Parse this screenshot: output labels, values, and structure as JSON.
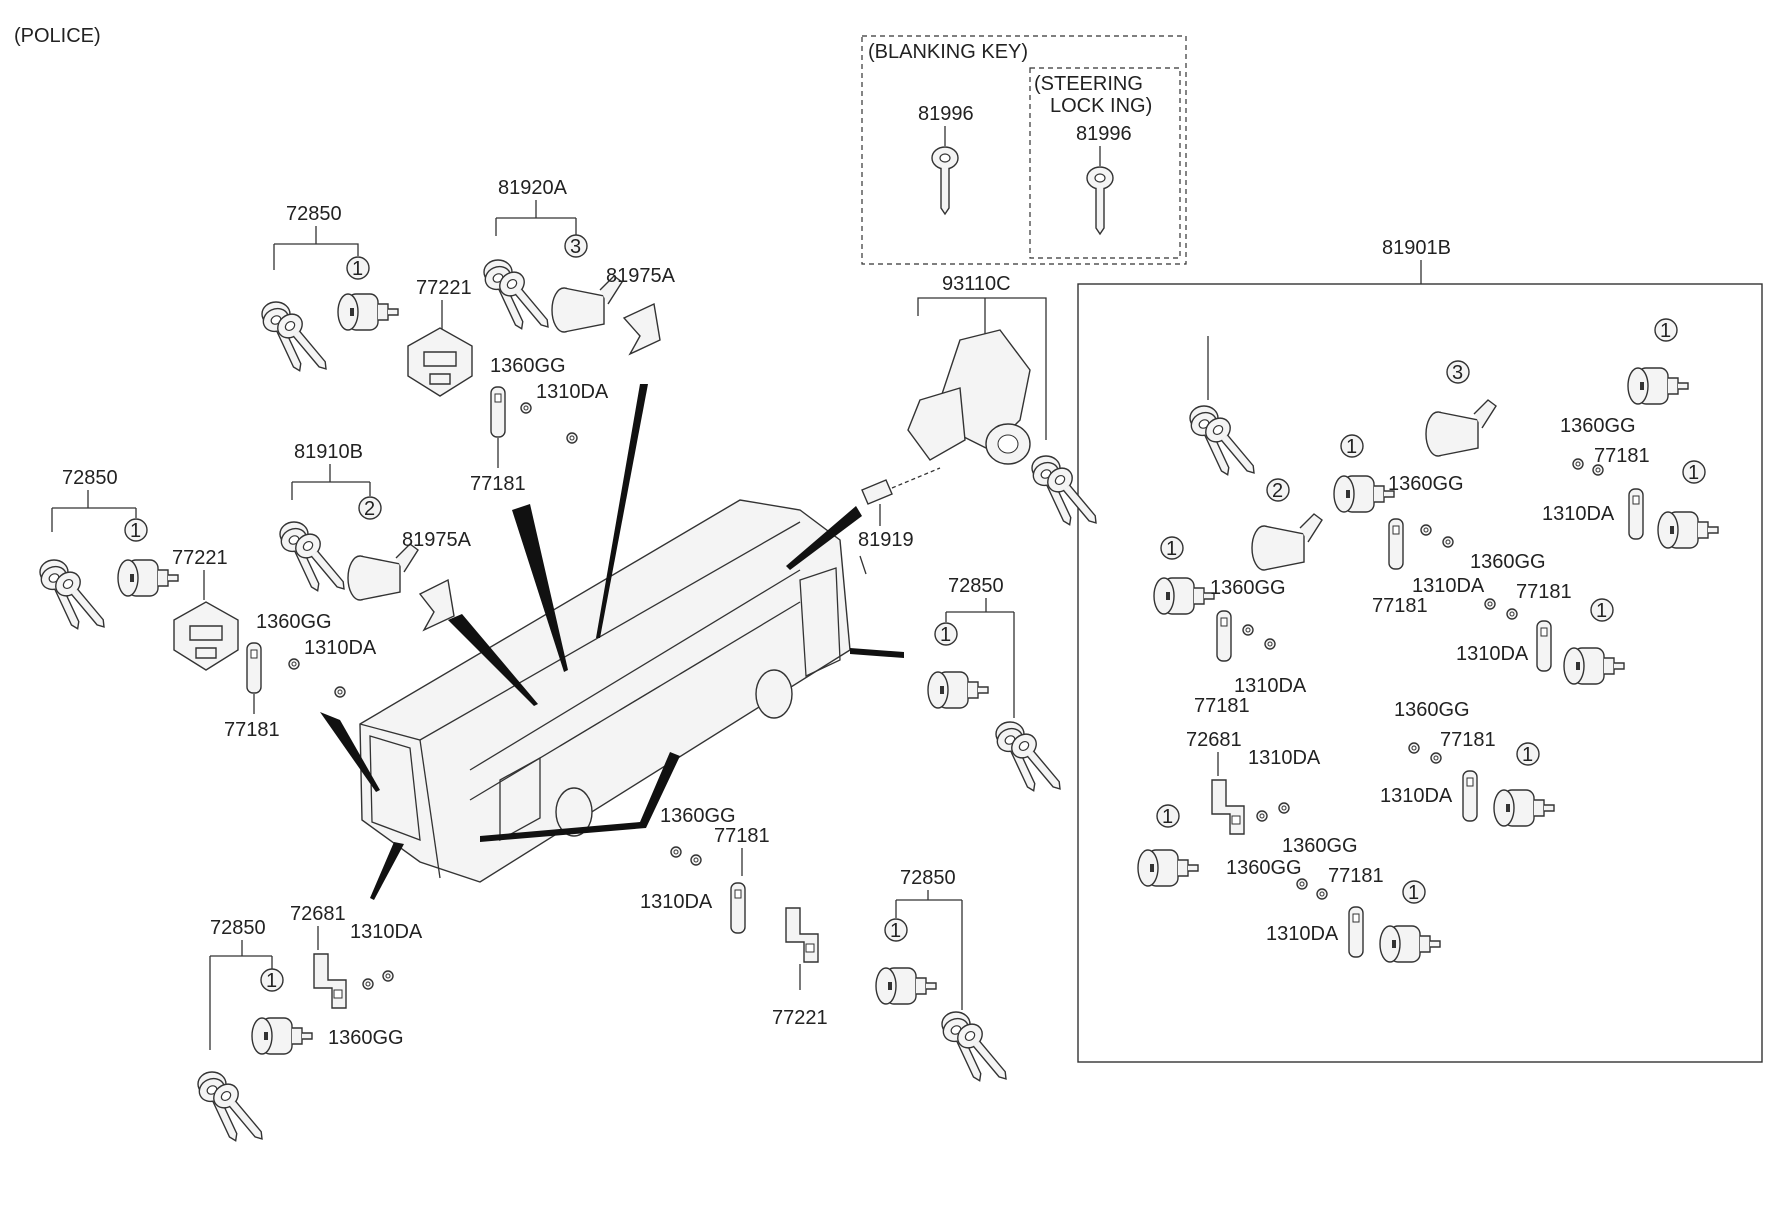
{
  "header": {
    "variant": "(POLICE)"
  },
  "blanking": {
    "title": "(BLANKING KEY)",
    "key_left": "81996",
    "steering_line1": "(STEERING",
    "steering_line2": "LOCK  ING)",
    "key_right": "81996"
  },
  "kit_81901b": {
    "label": "81901B"
  },
  "ignition": {
    "label": "93110C",
    "small_part": "81919"
  },
  "numbers": {
    "n1": "1",
    "n2": "2",
    "n3": "3"
  },
  "codes": {
    "lock_set": "72850",
    "bracket_77221": "77221",
    "bracket_72681": "72681",
    "clip_77181": "77181",
    "nut_1360gg": "1360GG",
    "nut_1310da": "1310DA",
    "set_81920a": "81920A",
    "set_81910b": "81910B",
    "spring_81975a": "81975A"
  },
  "colors": {
    "line": "#333333",
    "text": "#222222",
    "leader": "#111111",
    "background": "#ffffff"
  }
}
